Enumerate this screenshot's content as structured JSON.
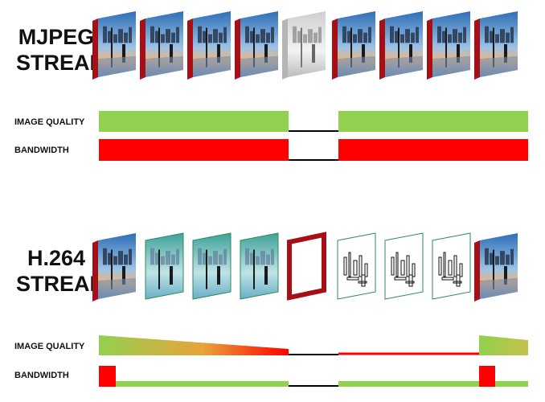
{
  "mjpeg": {
    "title_line1": "MJPEG",
    "title_line2": "STREAM",
    "image_quality_label": "IMAGE QUALITY",
    "bandwidth_label": "BANDWIDTH",
    "frames": [
      "full",
      "full",
      "full",
      "full",
      "lost",
      "full",
      "full",
      "full",
      "full"
    ]
  },
  "h264": {
    "title_line1": "H.264",
    "title_line2": "STREAM",
    "image_quality_label": "IMAGE QUALITY",
    "bandwidth_label": "BANDWIDTH",
    "frames": [
      "keyframe",
      "delta",
      "delta",
      "delta",
      "lost-keyframe",
      "sketch",
      "sketch",
      "sketch",
      "keyframe"
    ]
  },
  "colors": {
    "green": "#92d050",
    "red": "#ff0000",
    "frame_border": "#a50f15",
    "lost_line": "#000000",
    "delta_border": "#2e8b57"
  }
}
